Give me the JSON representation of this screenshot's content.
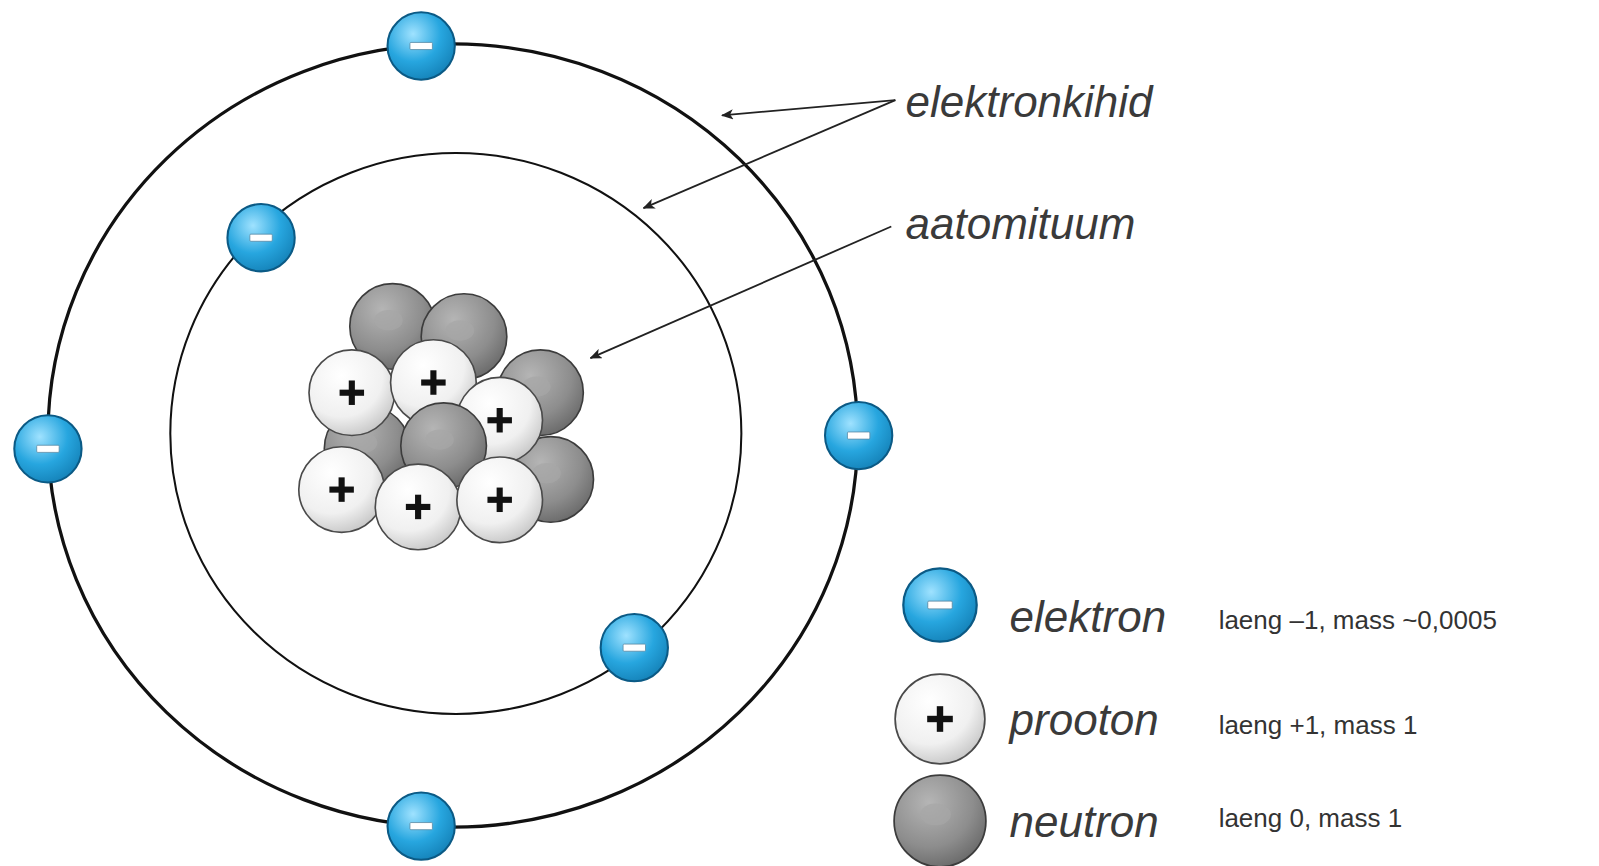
{
  "diagram": {
    "labels": [
      "elektronkihid",
      "aatomituum",
      "laeng –1, mass ~0,0005",
      "laeng +1, mass 1",
      "laeng 0, mass 1"
    ],
    "legend": [
      {
        "text": "elektron"
      },
      {
        "text": "prooton"
      },
      {
        "text": "neutron"
      }
    ]
  }
}
